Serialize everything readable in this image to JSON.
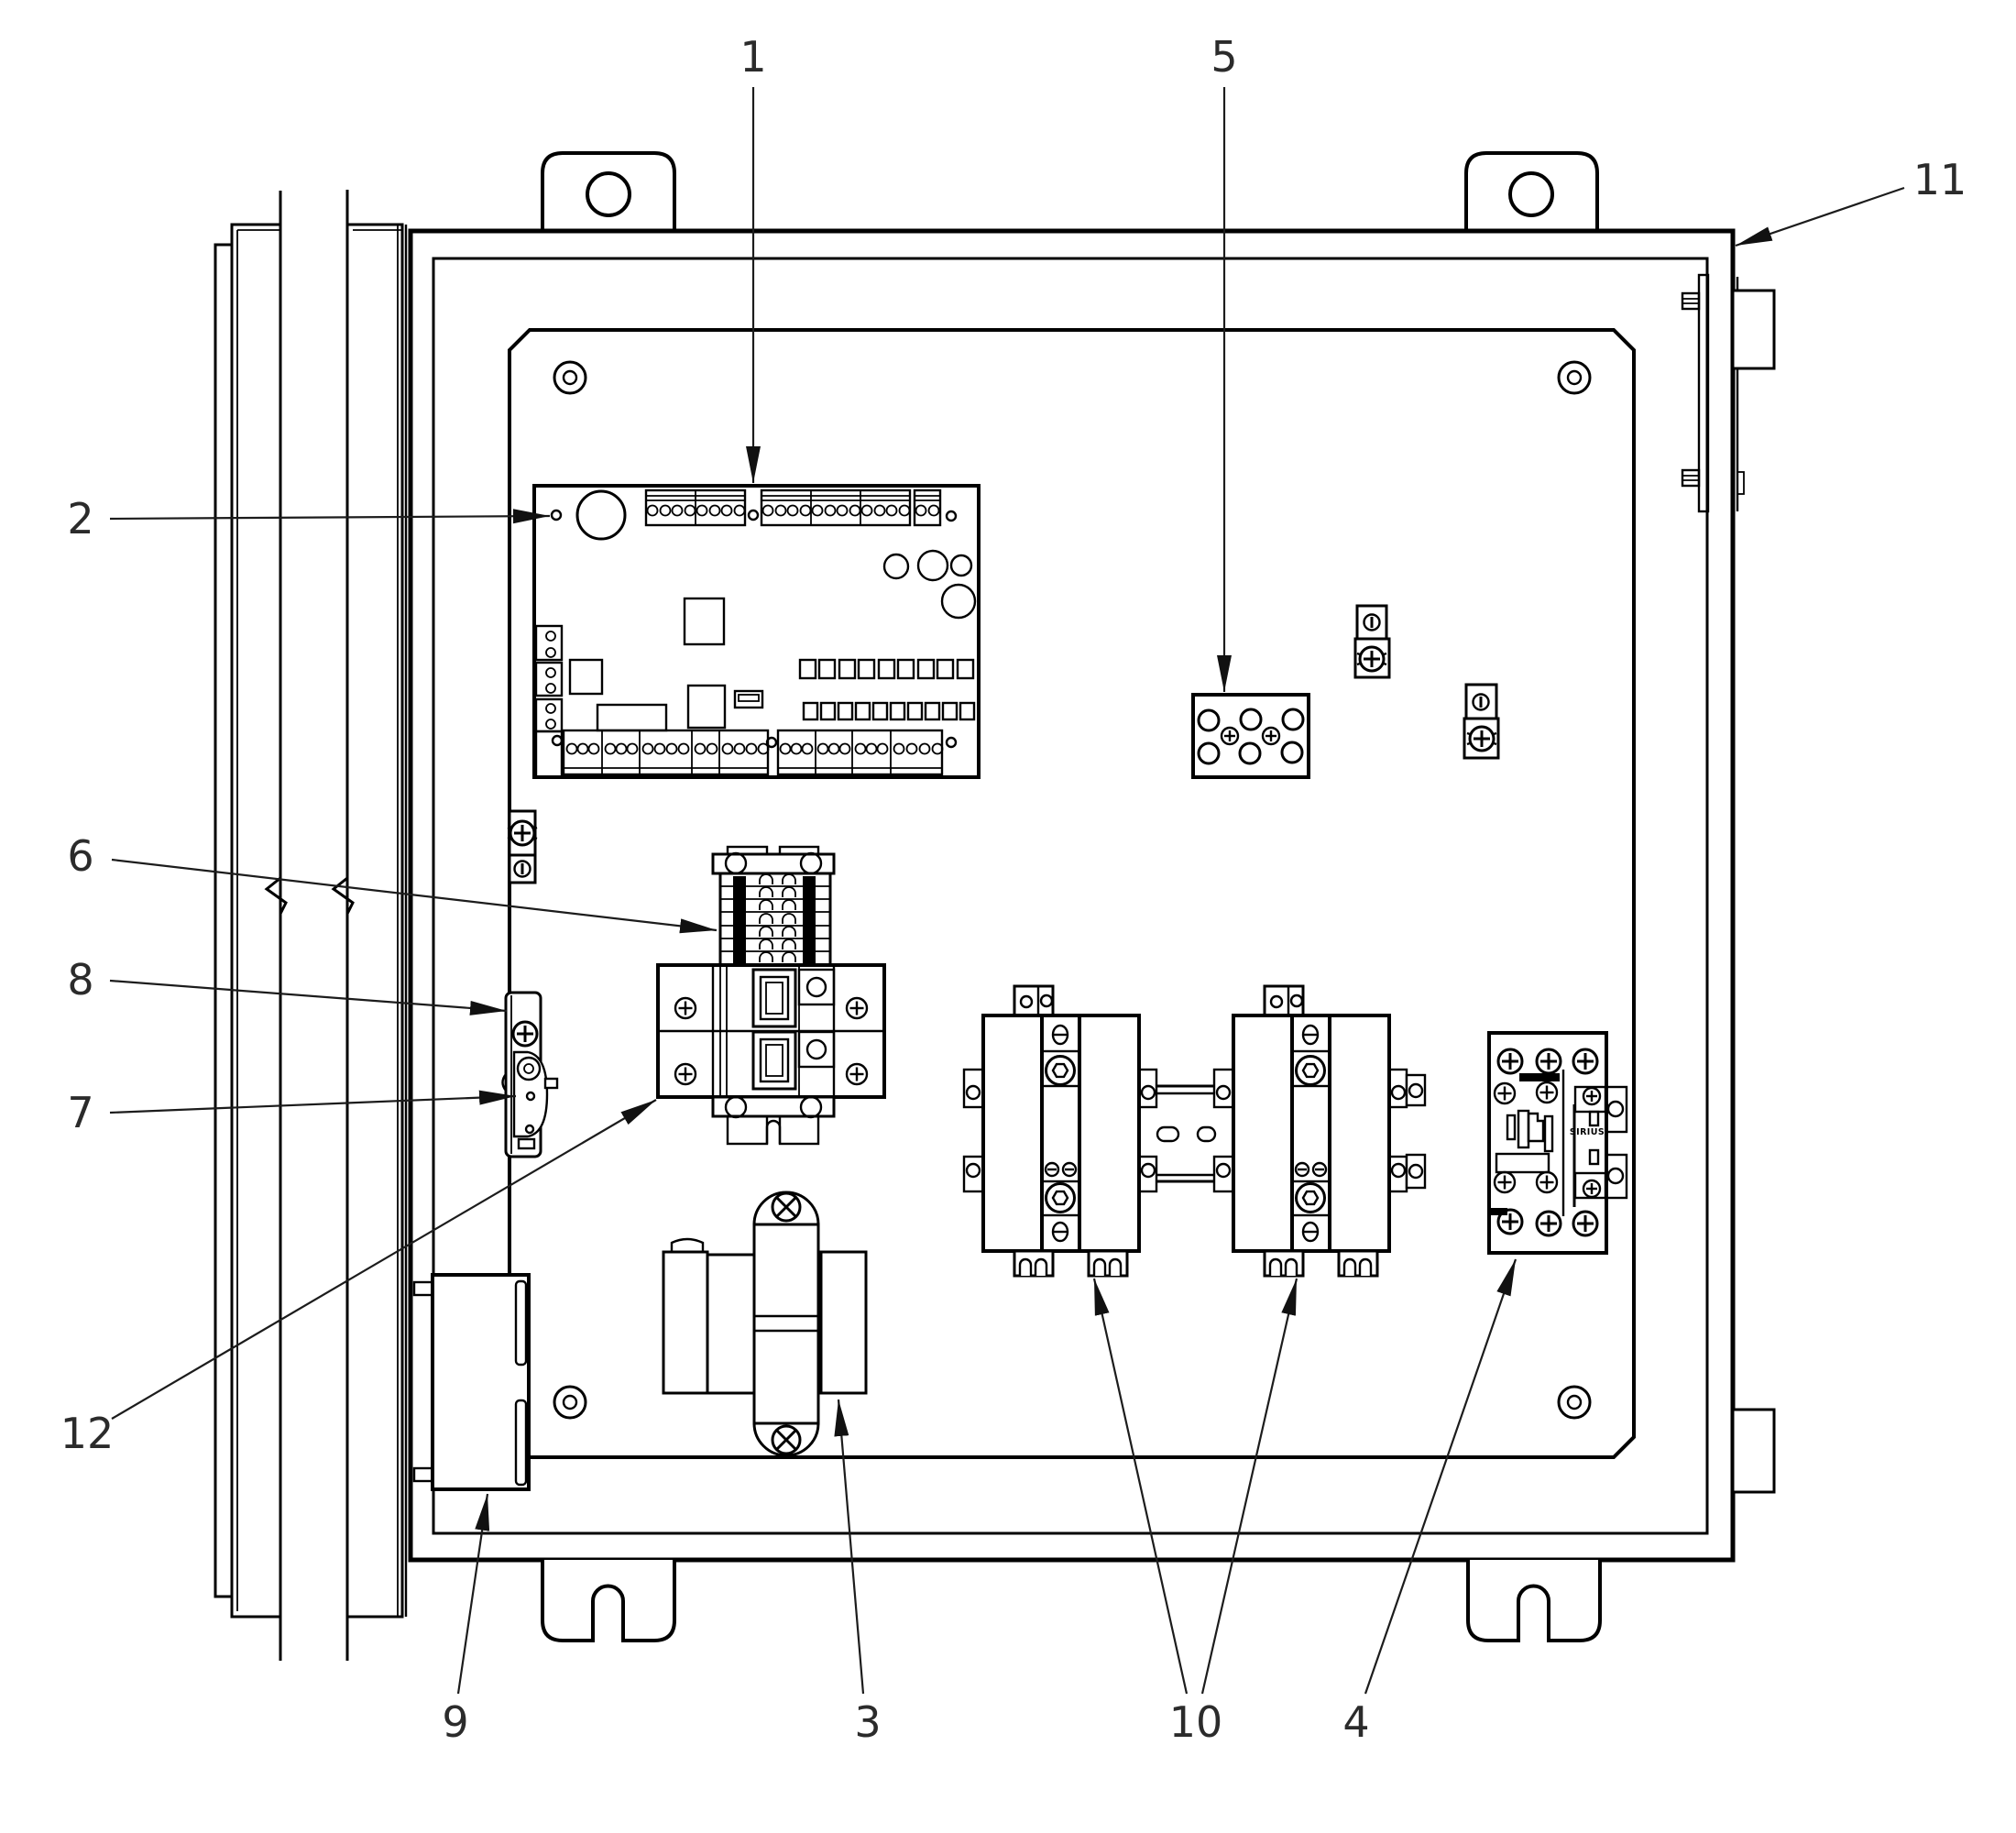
{
  "figure": {
    "kind": "technical line diagram",
    "subject": "electrical control enclosure with internal components",
    "background_color": "#ffffff",
    "line_color": "#000000",
    "callout_text_color": "#2b2b2b"
  },
  "labels": {
    "contactor_brand": "SIRIUS"
  },
  "callouts": [
    {
      "label": "1",
      "target": "control-circuit-board"
    },
    {
      "label": "2",
      "target": "board-mounting-hole"
    },
    {
      "label": "3",
      "target": "transformer"
    },
    {
      "label": "4",
      "target": "sirius-contactor"
    },
    {
      "label": "5",
      "target": "power-distribution-block"
    },
    {
      "label": "6",
      "target": "terminal-strip"
    },
    {
      "label": "7",
      "target": "latch-pin-hole"
    },
    {
      "label": "8",
      "target": "door-latch"
    },
    {
      "label": "9",
      "target": "bottom-left-module"
    },
    {
      "label": "10",
      "target": "din-rail-contactors"
    },
    {
      "label": "11",
      "target": "enclosure-body"
    },
    {
      "label": "12",
      "target": "circuit-breaker"
    }
  ]
}
